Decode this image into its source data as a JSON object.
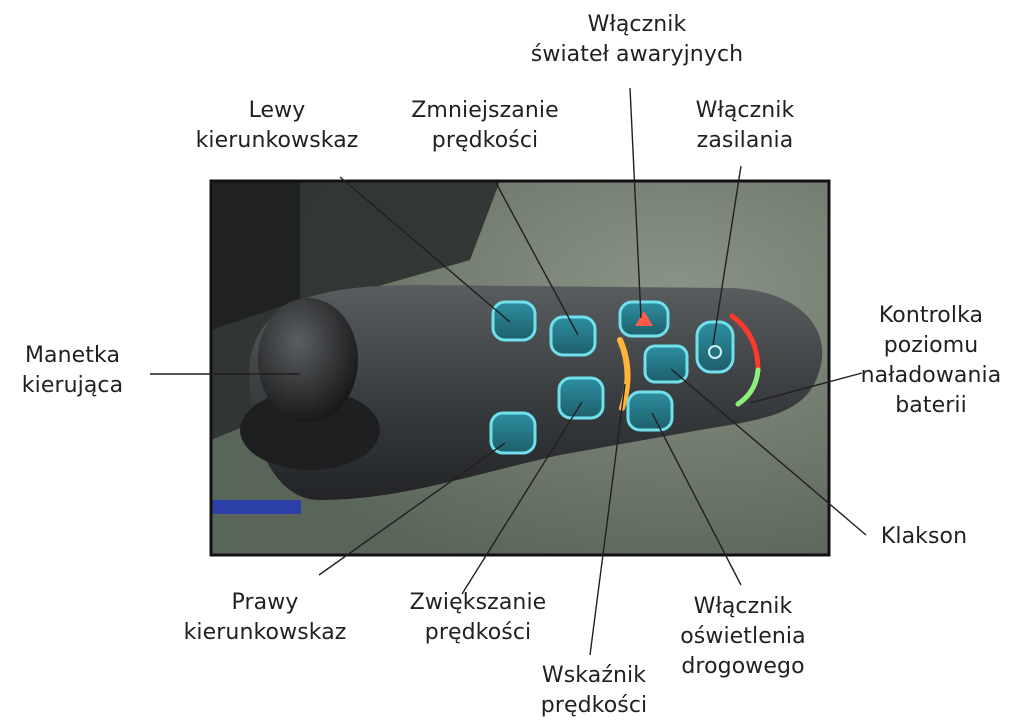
{
  "colors": {
    "text": "#231f20",
    "photo_bg": "#4c5a4c",
    "button_fill": "#2d8fa0",
    "button_rim": "#6fe0ec",
    "speed_led": "#ffb43a",
    "battery_red": "#ff3a2a",
    "battery_green": "#8cf07a"
  },
  "photo": {
    "subject": "wheelchair control panel with joystick and backlit buttons"
  },
  "labels": {
    "hazard_switch": "Włącznik\nświateł awaryjnych",
    "left_indicator": "Lewy\nkierunkowskaz",
    "speed_decrease": "Zmniejszanie\nprędkości",
    "power_switch": "Włącznik\nzasilania",
    "joystick": "Manetka\nkierująca",
    "battery_indicator": "Kontrolka\npoziomu\nnaładowania\nbaterii",
    "horn": "Klakson",
    "right_indicator": "Prawy\nkierunkowskaz",
    "speed_increase": "Zwiększanie\nprędkości",
    "speed_indicator": "Wskaźnik\nprędkości",
    "road_lights_switch": "Włącznik\noświetlenia\ndrogowego"
  }
}
